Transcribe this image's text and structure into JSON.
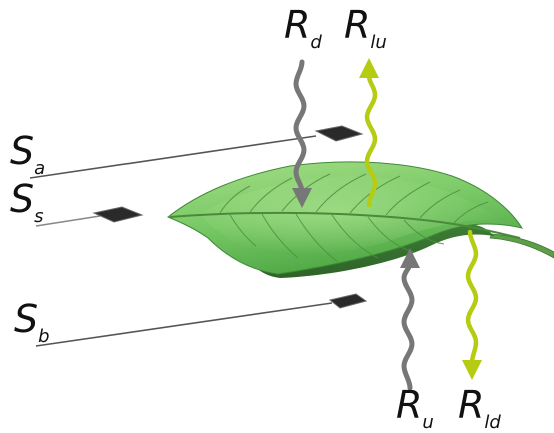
{
  "labels": {
    "s_a": {
      "base": "S",
      "sub": "a"
    },
    "s_s": {
      "base": "S",
      "sub": "s"
    },
    "s_b": {
      "base": "S",
      "sub": "b"
    },
    "r_d": {
      "base": "R",
      "sub": "d"
    },
    "r_lu": {
      "base": "R",
      "sub": "lu"
    },
    "r_u": {
      "base": "R",
      "sub": "u"
    },
    "r_ld": {
      "base": "R",
      "sub": "ld"
    }
  },
  "colors": {
    "leaf_light": "#9fdb7f",
    "leaf_mid": "#6cc25a",
    "leaf_dark": "#3e8c3a",
    "leaf_vein": "#4a8a3a",
    "grey_arrow": "#777777",
    "green_arrow": "#b6cc12",
    "sensor": "#2a2a2a"
  }
}
